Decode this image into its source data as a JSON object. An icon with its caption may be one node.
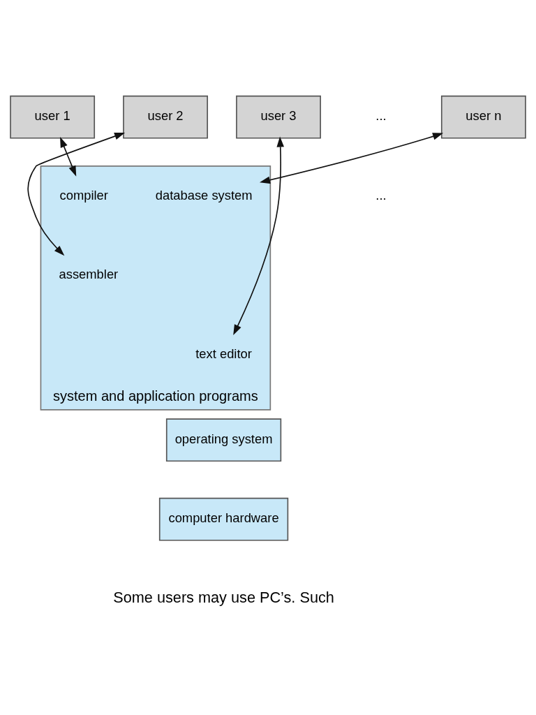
{
  "diagram": {
    "nodes": [
      {
        "text": [
          "user 1"
        ]
      },
      {
        "text": [
          "user 2"
        ]
      },
      {
        "text": [
          "user 3"
        ]
      },
      {
        "text": [
          "user n"
        ]
      },
      {
        "text": [
          "system and application programs"
        ]
      },
      {
        "text": [
          "compiler"
        ],
        "in": 4
      },
      {
        "text": [
          "assembler"
        ],
        "in": 4
      },
      {
        "text": [
          "text editor"
        ],
        "in": 4
      },
      {
        "text": [
          "database system"
        ],
        "in": 4
      },
      {
        "text": [
          "operating system"
        ]
      },
      {
        "text": [
          "computer hardware"
        ]
      }
    ],
    "edges": [
      {
        "from": 0,
        "to": 5,
        "arrow": "both"
      },
      {
        "from": 1,
        "to": 6,
        "arrow": "both"
      },
      {
        "from": 2,
        "to": 7,
        "arrow": "both"
      },
      {
        "from": 3,
        "to": 8,
        "arrow": "both"
      }
    ],
    "labels": [
      "...",
      "...",
      "Some users may use PC’s. Such"
    ]
  }
}
